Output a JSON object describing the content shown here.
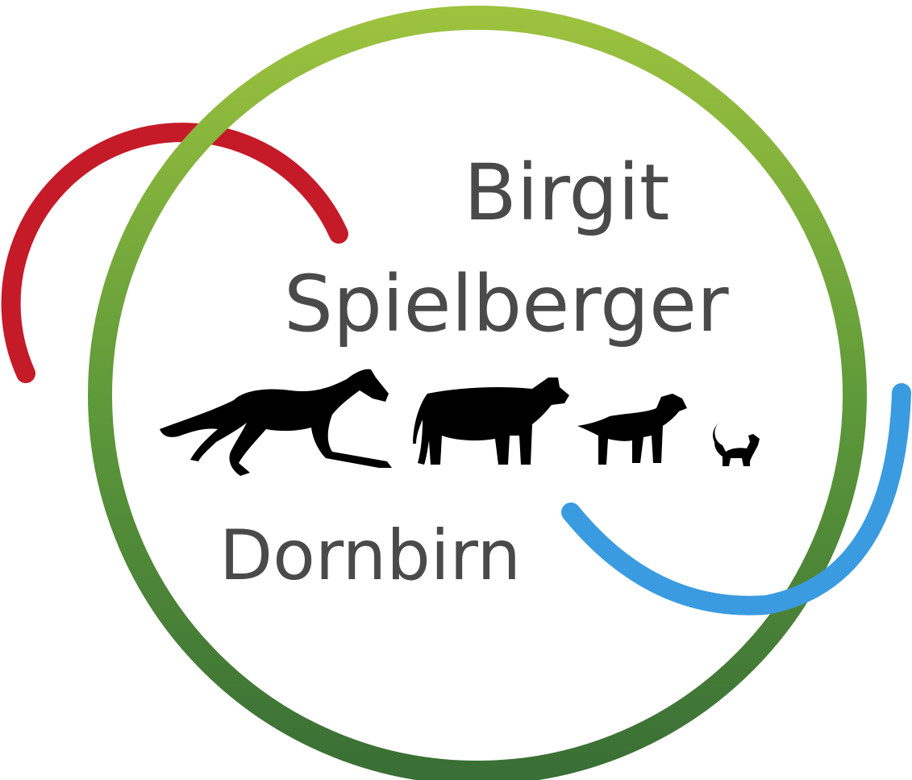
{
  "logo": {
    "name_first": "Birgit",
    "name_last": "Spielberger",
    "location": "Dornbirn",
    "animals": [
      "horse",
      "cow",
      "dog",
      "cat"
    ],
    "colors": {
      "ring_top": "#9cc23e",
      "ring_bottom": "#3a6f35",
      "red_arc": "#c51a28",
      "blue_arc": "#3a9be0",
      "text": "#4a4a4a",
      "silhouettes": "#000000"
    }
  }
}
